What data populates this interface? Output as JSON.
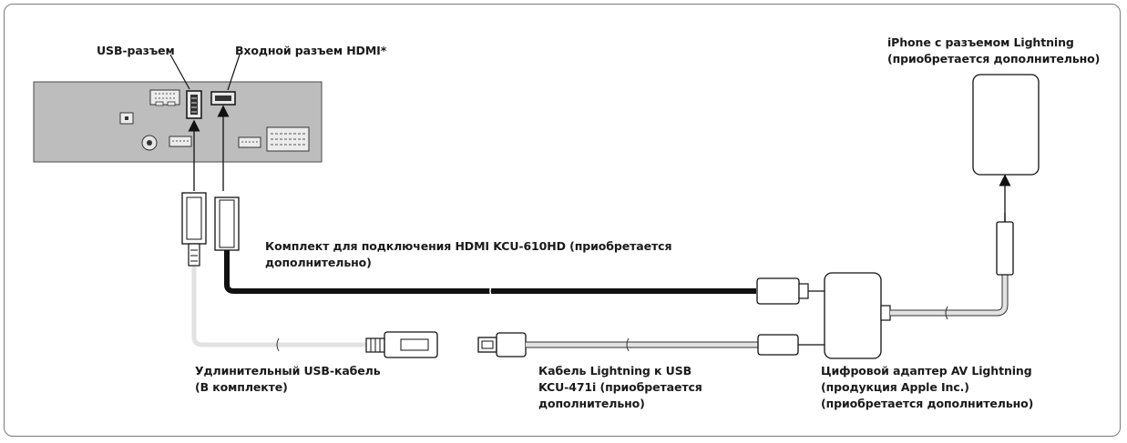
{
  "labels": {
    "usb_connector": "USB-разъем",
    "hdmi_input": "Входной разъем HDMI*",
    "iphone_line1": "iPhone с разъемом Lightning",
    "iphone_line2": "(приобретается дополнительно)",
    "hdmi_kit_line1": "Комплект для подключения HDMI KCU-610HD (приобретается",
    "hdmi_kit_line2": "дополнительно)",
    "usb_ext_line1": "Удлинительный USB-кабель",
    "usb_ext_line2": "(В комплекте)",
    "lightning_usb_line1": "Кабель Lightning к USB",
    "lightning_usb_line2": "KCU-471i (приобретается",
    "lightning_usb_line3": "дополнительно)",
    "av_adapter_line1": "Цифровой адаптер AV Lightning",
    "av_adapter_line2": "(продукция Apple Inc.)",
    "av_adapter_line3": "(приобретается дополнительно)"
  },
  "colors": {
    "head_unit": "#bdbdbd",
    "hdmi_cable": "#111111",
    "thin_cable": "#e2e2e2",
    "outline": "#333333",
    "frame": "#7a7a7a"
  }
}
